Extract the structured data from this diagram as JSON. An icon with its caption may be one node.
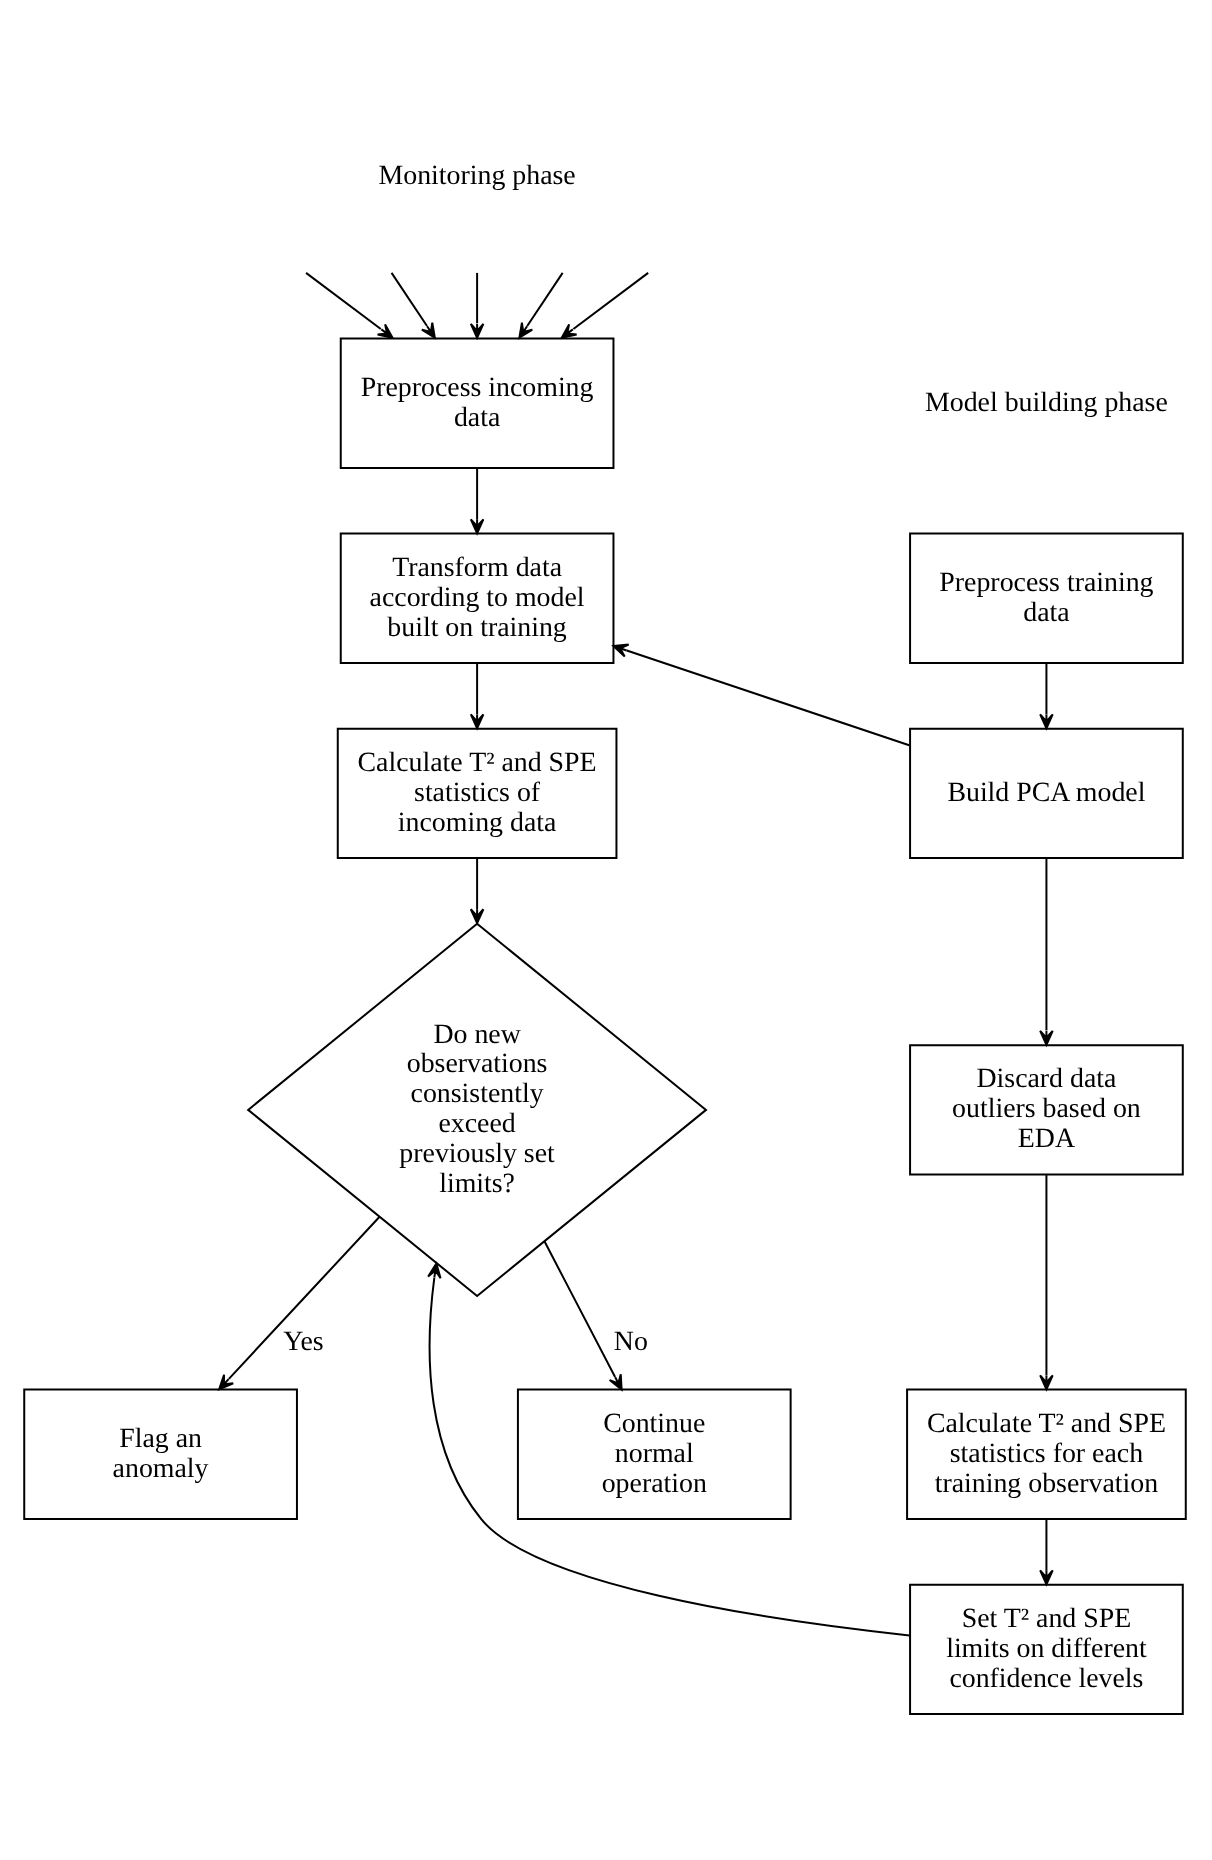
{
  "diagram": {
    "nodes": [
      {
        "text": [
          "Preprocess training data"
        ]
      },
      {
        "text": [
          "Build PCA model"
        ]
      },
      {
        "text": [
          "Discard data outliers based on EDA"
        ]
      },
      {
        "text": [
          "Calculate T² and SPE statistics for each training observation"
        ]
      },
      {
        "text": [
          "Set T² and SPE limits on different confidence levels"
        ]
      },
      {
        "text": [
          "Preprocess incoming data"
        ]
      },
      {
        "text": [
          "Transform data according to model built on training"
        ]
      },
      {
        "text": [
          "Calculate T² and SPE statistics of incoming data"
        ]
      },
      {
        "text": [
          "Do new observations consistently exceed previously set limits?"
        ]
      },
      {
        "text": [
          "Continue normal operation"
        ]
      },
      {
        "text": [
          "Flag an anomaly"
        ]
      }
    ],
    "edges": [
      {
        "from": 0,
        "to": 1,
        "arrow": "to"
      },
      {
        "from": 1,
        "to": 2,
        "arrow": "to"
      },
      {
        "from": 2,
        "to": 3,
        "arrow": "to"
      },
      {
        "from": 3,
        "to": 4,
        "arrow": "to"
      },
      {
        "from": 1,
        "to": 6,
        "arrow": "to"
      },
      {
        "from": 4,
        "to": 8,
        "arrow": "to"
      },
      {
        "from": null,
        "to": 5,
        "arrow": "to"
      },
      {
        "from": null,
        "to": 5,
        "arrow": "to"
      },
      {
        "from": null,
        "to": 5,
        "arrow": "to"
      },
      {
        "from": null,
        "to": 5,
        "arrow": "to"
      },
      {
        "from": null,
        "to": 5,
        "arrow": "to"
      },
      {
        "from": 5,
        "to": 6,
        "arrow": "to"
      },
      {
        "from": 6,
        "to": 7,
        "arrow": "to"
      },
      {
        "from": 7,
        "to": 8,
        "arrow": "to"
      },
      {
        "from": 8,
        "to": 9,
        "arrow": "to",
        "label": "No"
      },
      {
        "from": 8,
        "to": 10,
        "arrow": "to",
        "label": "Yes"
      }
    ],
    "labels": [
      "Monitoring phase",
      "Model building phase"
    ]
  }
}
